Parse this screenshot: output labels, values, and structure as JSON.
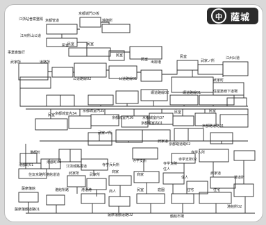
{
  "badge": {
    "mark": "中",
    "name": "薩城"
  },
  "labels": {
    "t1": "江浙站舍案整殿",
    "t2": "京都城門の坂",
    "t3": "京都管道",
    "t4": "燒御所",
    "t5": "江州所山公道",
    "t6": "事業奏籠行",
    "t7": "民室",
    "t8": "民室",
    "t9": "民室",
    "t10": "武家所",
    "t11": "道路所",
    "t12": "公道路線02",
    "t13": "公道路線01",
    "t14": "出柳港",
    "t15": "民室",
    "t16": "江州公道",
    "t17": "武家ノ所",
    "t18": "武家町",
    "t19": "住屋築様下道場",
    "t20": "綱道路線02",
    "t21": "綱道路線01",
    "t22": "京都城室内34",
    "t23": "京都城室内35",
    "t24": "京都城室内36",
    "t25": "京都城室内37",
    "t26": "民室",
    "t27": "民室",
    "t28": "京都城室内01",
    "t29": "民室",
    "t30": "京都路道路01",
    "t31": "京都路道路02",
    "t32": "武家ノ所",
    "t33": "武家道",
    "t34": "港都町",
    "t35": "港都町04",
    "t36": "港都町01",
    "t37": "江浙城路香道",
    "t38": "住友京路所港館道道",
    "t39": "寺学支所",
    "t40": "寺学支院",
    "t41": "寺学支所02",
    "t42": "寺学兵兵所",
    "t43": "寺学入所",
    "t44": "武家所",
    "t45": "武家所",
    "t46": "商家",
    "t47": "商家",
    "t48": "住人",
    "t49": "住人",
    "t50": "武家道",
    "t51": "港道所",
    "t52": "住宅",
    "t53": "民室",
    "t54": "庭園",
    "t55": "商人",
    "t56": "港道港",
    "t57": "港館所路",
    "t58": "薩摩藩館",
    "t59": "薩摩藩鶴道路01",
    "t60": "薩摩藩鶴道路02",
    "t61": "鶴館市場",
    "t62": "港館所02",
    "t63": "住宅",
    "t64": "民室",
    "t65": "民室"
  }
}
